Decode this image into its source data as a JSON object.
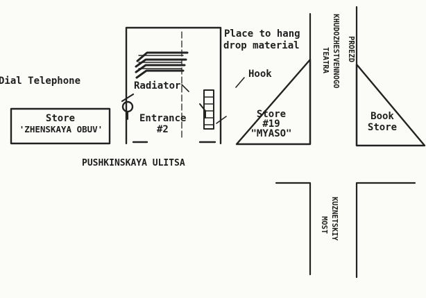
{
  "labels": {
    "dial_telephone": "Dial Telephone",
    "radiator": "Radiator",
    "place_to_hang_line1": "Place to hang",
    "place_to_hang_line2": "drop material",
    "hook": "Hook",
    "entrance_line1": "Entrance",
    "entrance_line2": "#2",
    "store_obuv_line1": "Store",
    "store_obuv_line2": "'ZHENSKAYA OBUV'",
    "store_myaso_line1": "Store",
    "store_myaso_line2": "#19",
    "store_myaso_line3": "\"MYASO\"",
    "book_store_line1": "Book",
    "book_store_line2": "Store",
    "pushkinskaya": "PUSHKINSKAYA ULITSA",
    "proezd": "PROEZD",
    "khudozhestvennogo": "KHUDOZHESTVENNOGO",
    "teatra": "TEATRA",
    "kuznetskiy": "KUZNETSKIY",
    "most": "MOST"
  }
}
